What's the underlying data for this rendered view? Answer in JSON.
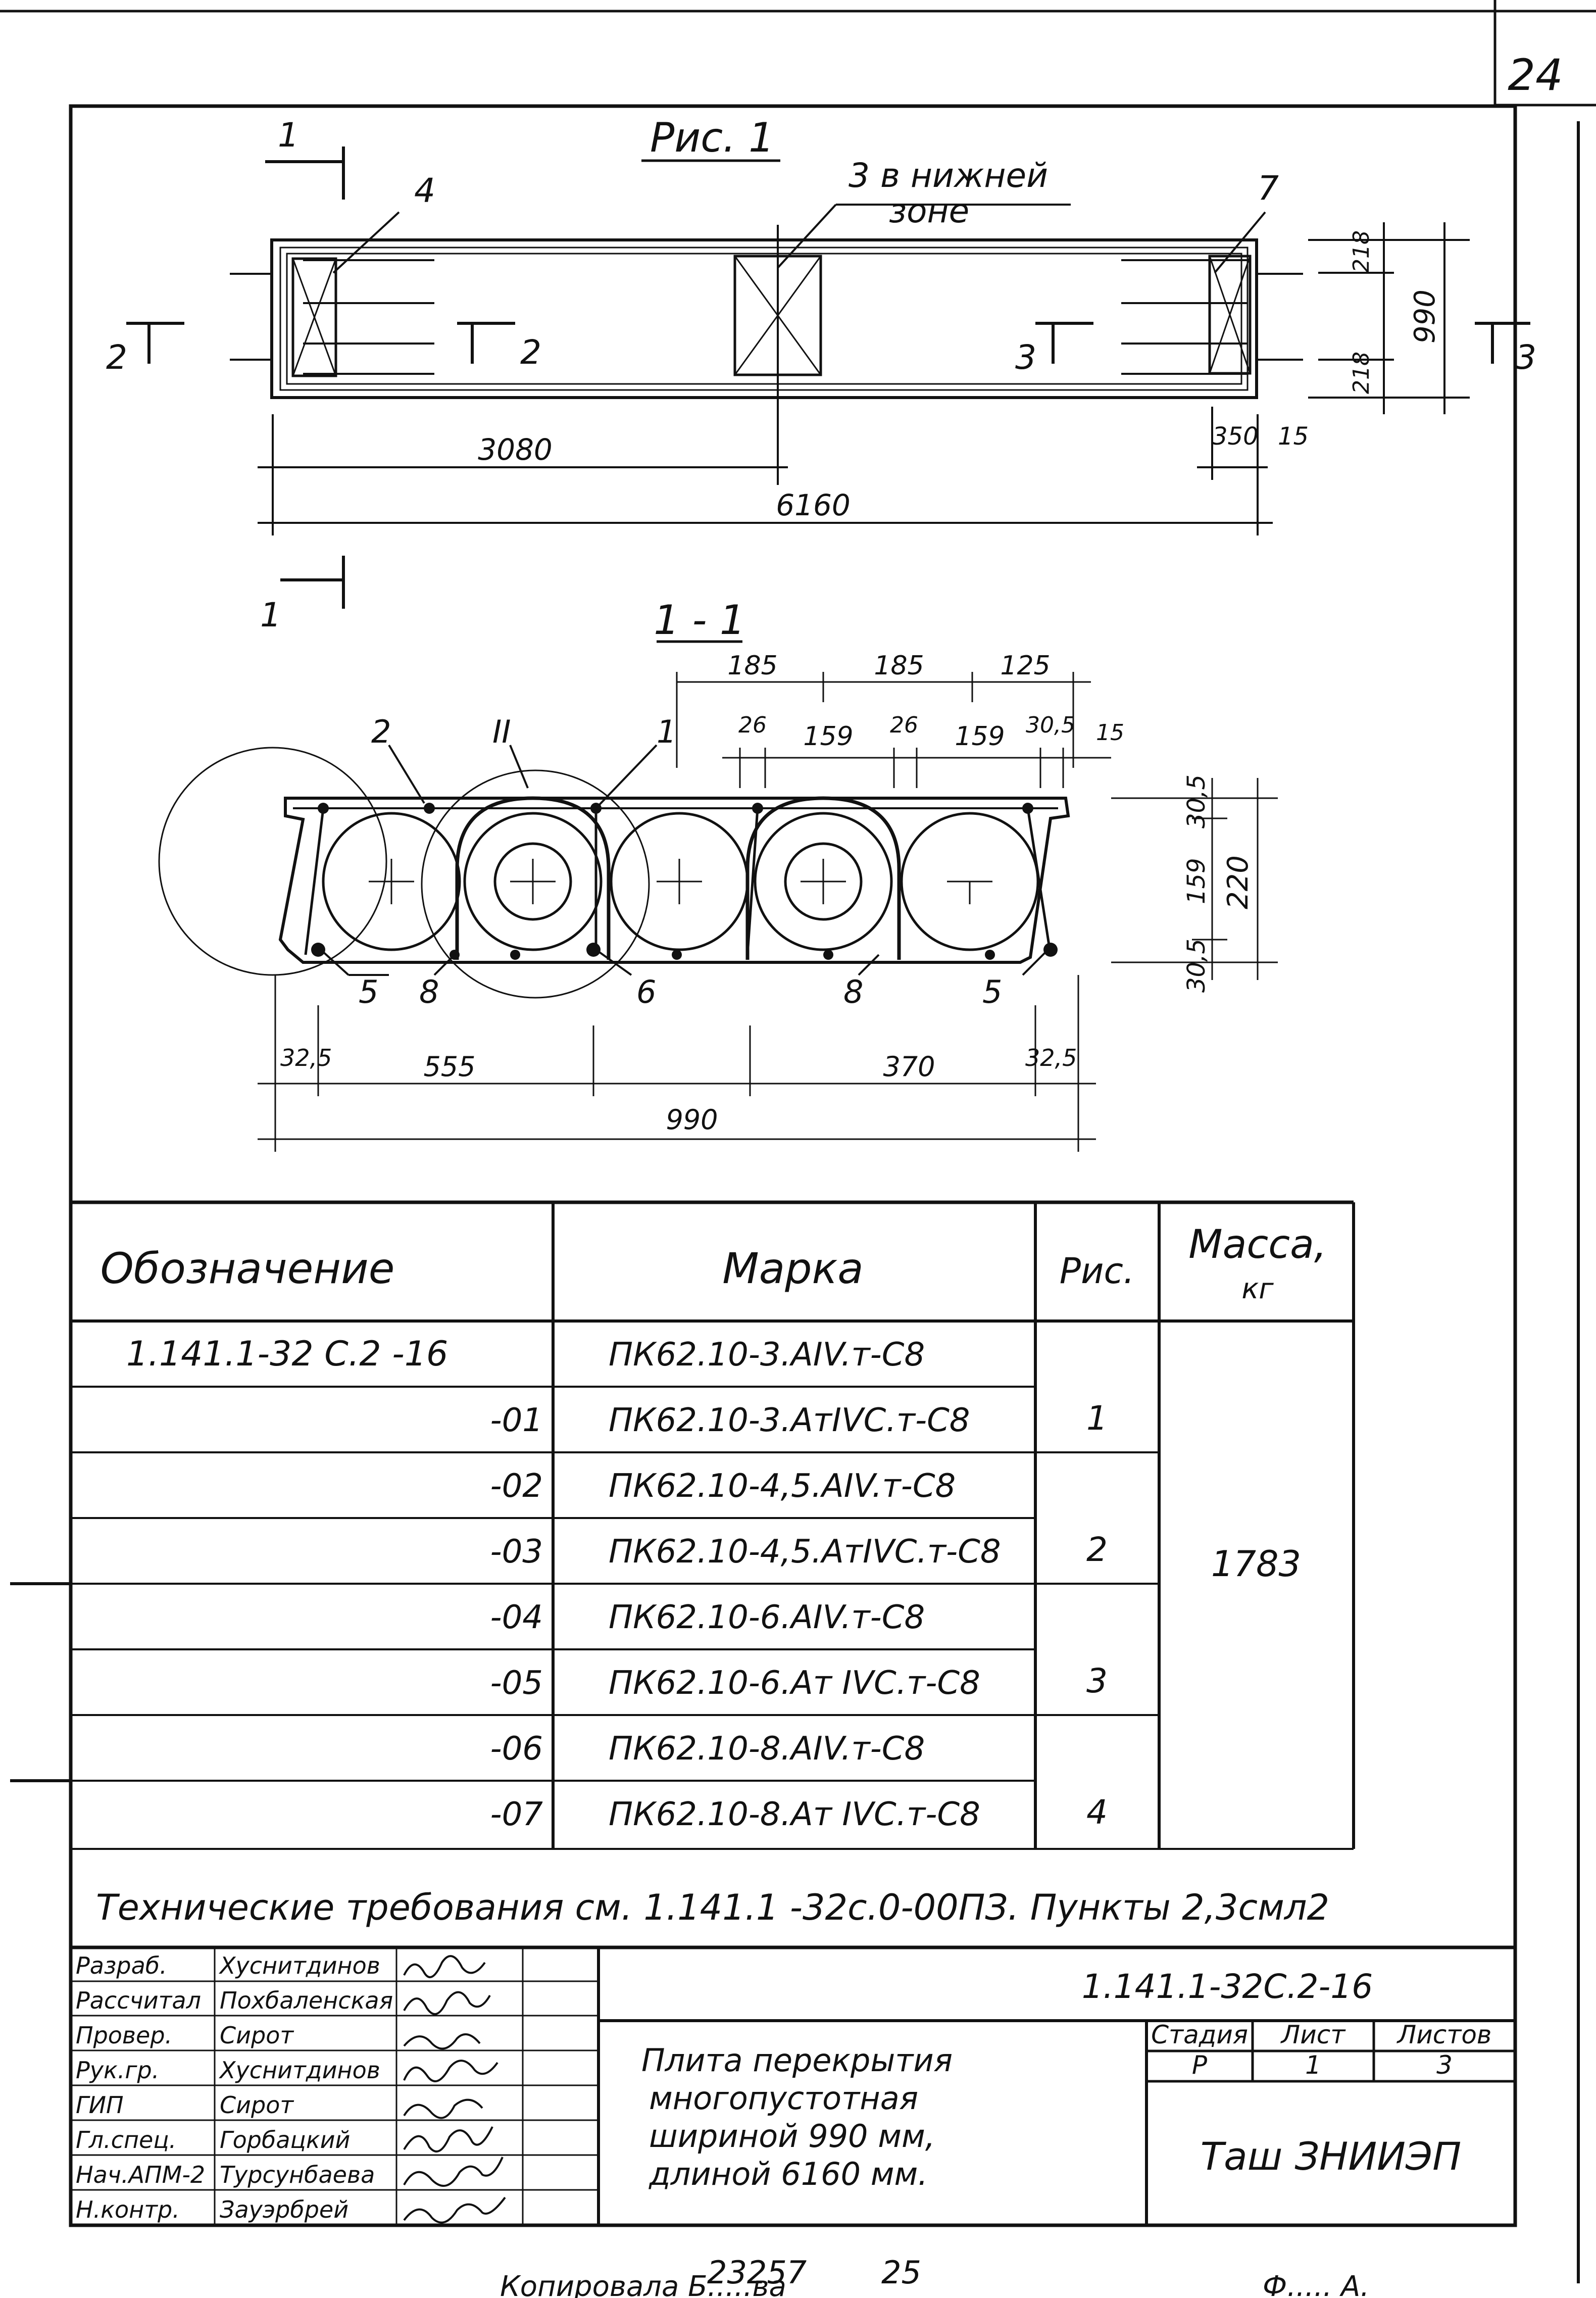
{
  "page_number": "24",
  "figure": {
    "title": "Рис. 1",
    "callouts": [
      "1",
      "4",
      "3 в нижней",
      "зоне",
      "7",
      "2",
      "2",
      "3",
      "3",
      "1"
    ],
    "dims": {
      "d3080": "3080",
      "d6160": "6160",
      "d350": "350",
      "d15": "15",
      "d218a": "218",
      "d218b": "218",
      "d990": "990"
    }
  },
  "section": {
    "title": "1 - 1",
    "callouts": [
      "2",
      "II",
      "1",
      "5",
      "8",
      "6",
      "8",
      "5"
    ],
    "top_dims": {
      "a": "185",
      "b": "185",
      "c": "125",
      "d": "26",
      "e": "159",
      "f": "26",
      "g": "159",
      "h": "30,5",
      "i": "15"
    },
    "right_dims": {
      "a": "30,5",
      "b": "159",
      "c": "30,5",
      "d": "220"
    },
    "bottom_dims": {
      "a": "32,5",
      "b": "555",
      "c": "370",
      "d": "32,5",
      "e": "990"
    }
  },
  "table": {
    "headers": [
      "Обозначение",
      "Марка",
      "Рис.",
      "Масса, кг"
    ],
    "rows": [
      {
        "designation": "1.141.1-32 С.2 -16",
        "mark": "ПК62.10-3.АIV.т-С8"
      },
      {
        "designation": "-01",
        "mark": "ПК62.10-3.АтIVС.т-С8"
      },
      {
        "designation": "-02",
        "mark": "ПК62.10-4,5.АIV.т-С8"
      },
      {
        "designation": "-03",
        "mark": "ПК62.10-4,5.АтIVС.т-С8"
      },
      {
        "designation": "-04",
        "mark": "ПК62.10-6.АIV.т-С8"
      },
      {
        "designation": "-05",
        "mark": "ПК62.10-6.Ат IVС.т-С8"
      },
      {
        "designation": "-06",
        "mark": "ПК62.10-8.АIV.т-С8"
      },
      {
        "designation": "-07",
        "mark": "ПК62.10-8.Ат IVС.т-С8"
      }
    ],
    "figs": [
      "1",
      "2",
      "3",
      "4"
    ],
    "mass": "1783"
  },
  "tech_requirements": "Технические требования см. 1.141.1 -32с.0-00ПЗ. Пункты 2,3смл2",
  "title_block": {
    "roles": [
      {
        "role": "Разраб.",
        "name": "Хуснитдинов"
      },
      {
        "role": "Рассчитал",
        "name": "Похбаленская"
      },
      {
        "role": "Провер.",
        "name": "Сирот"
      },
      {
        "role": "Рук.гр.",
        "name": "Хуснитдинов"
      },
      {
        "role": "ГИП",
        "name": "Сирот"
      },
      {
        "role": "Гл.спец.",
        "name": "Горбацкий"
      },
      {
        "role": "Нач.АПМ-2",
        "name": "Турсунбаева"
      },
      {
        "role": "Н.контр.",
        "name": "Зауэрбрей"
      }
    ],
    "doc_code": "1.141.1-32С.2-16",
    "description": [
      "Плита перекрытия",
      "многопустотная",
      "шириной 990 мм,",
      "длиной 6160 мм."
    ],
    "stage_label": "Стадия",
    "sheet_label": "Лист",
    "sheets_label": "Листов",
    "stage": "Р",
    "sheet": "1",
    "sheets": "3",
    "org": "Таш ЗНИИЭП"
  },
  "footer": {
    "num1": "23257",
    "num2": "25",
    "text_left": "Копировала  Б.....ва",
    "text_right": "Ф..... А."
  }
}
